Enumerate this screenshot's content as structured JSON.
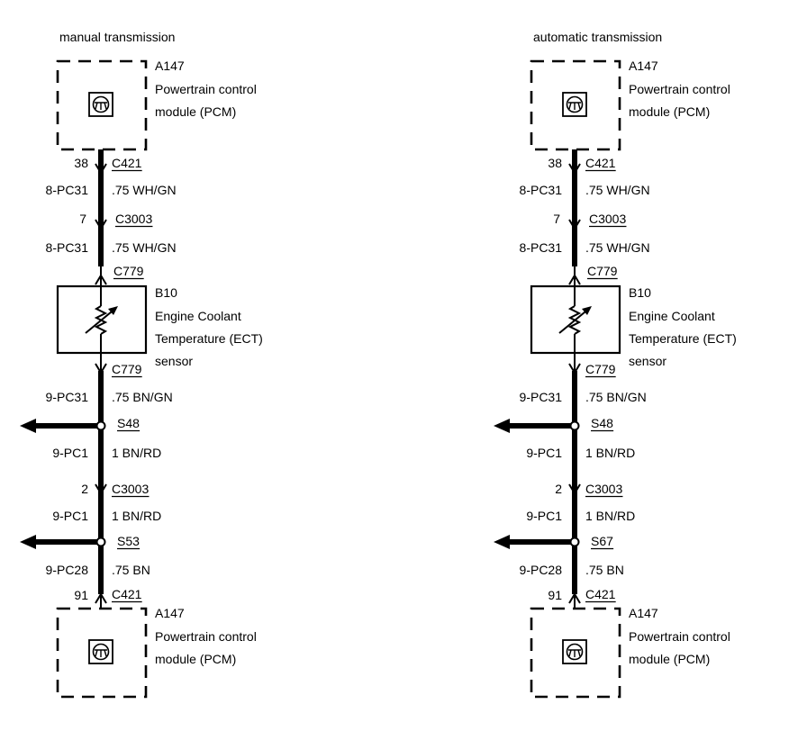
{
  "columns": [
    {
      "heading": "manual transmission",
      "pcm_top": {
        "id": "A147",
        "line1": "Powertrain control",
        "line2": "module (PCM)"
      },
      "top_pin": "38",
      "top_connector": "C421",
      "w1": {
        "circuit": "8-PC31",
        "spec": ".75 WH/GN"
      },
      "mid_pin": "7",
      "mid_connector": "C3003",
      "w2": {
        "circuit": "8-PC31",
        "spec": ".75 WH/GN"
      },
      "sensor_connector_top": "C779",
      "sensor": {
        "id": "B10",
        "line1": "Engine Coolant",
        "line2": "Temperature (ECT)",
        "line3": "sensor"
      },
      "sensor_connector_bottom": "C779",
      "w3": {
        "circuit": "9-PC31",
        "spec": ".75 BN/GN"
      },
      "splice1": "S48",
      "w4": {
        "circuit": "9-PC1",
        "spec": "1 BN/RD"
      },
      "lower_pin": "2",
      "lower_connector": "C3003",
      "w5": {
        "circuit": "9-PC1",
        "spec": "1 BN/RD"
      },
      "splice2": "S53",
      "w6": {
        "circuit": "9-PC28",
        "spec": ".75 BN"
      },
      "bottom_pin": "91",
      "bottom_connector": "C421",
      "pcm_bottom": {
        "id": "A147",
        "line1": "Powertrain control",
        "line2": "module (PCM)"
      }
    },
    {
      "heading": "automatic transmission",
      "pcm_top": {
        "id": "A147",
        "line1": "Powertrain control",
        "line2": "module (PCM)"
      },
      "top_pin": "38",
      "top_connector": "C421",
      "w1": {
        "circuit": "8-PC31",
        "spec": ".75 WH/GN"
      },
      "mid_pin": "7",
      "mid_connector": "C3003",
      "w2": {
        "circuit": "8-PC31",
        "spec": ".75 WH/GN"
      },
      "sensor_connector_top": "C779",
      "sensor": {
        "id": "B10",
        "line1": "Engine Coolant",
        "line2": "Temperature (ECT)",
        "line3": "sensor"
      },
      "sensor_connector_bottom": "C779",
      "w3": {
        "circuit": "9-PC31",
        "spec": ".75 BN/GN"
      },
      "splice1": "S48",
      "w4": {
        "circuit": "9-PC1",
        "spec": "1 BN/RD"
      },
      "lower_pin": "2",
      "lower_connector": "C3003",
      "w5": {
        "circuit": "9-PC1",
        "spec": "1 BN/RD"
      },
      "splice2": "S67",
      "w6": {
        "circuit": "9-PC28",
        "spec": ".75 BN"
      },
      "bottom_pin": "91",
      "bottom_connector": "C421",
      "pcm_bottom": {
        "id": "A147",
        "line1": "Powertrain control",
        "line2": "module (PCM)"
      }
    }
  ]
}
